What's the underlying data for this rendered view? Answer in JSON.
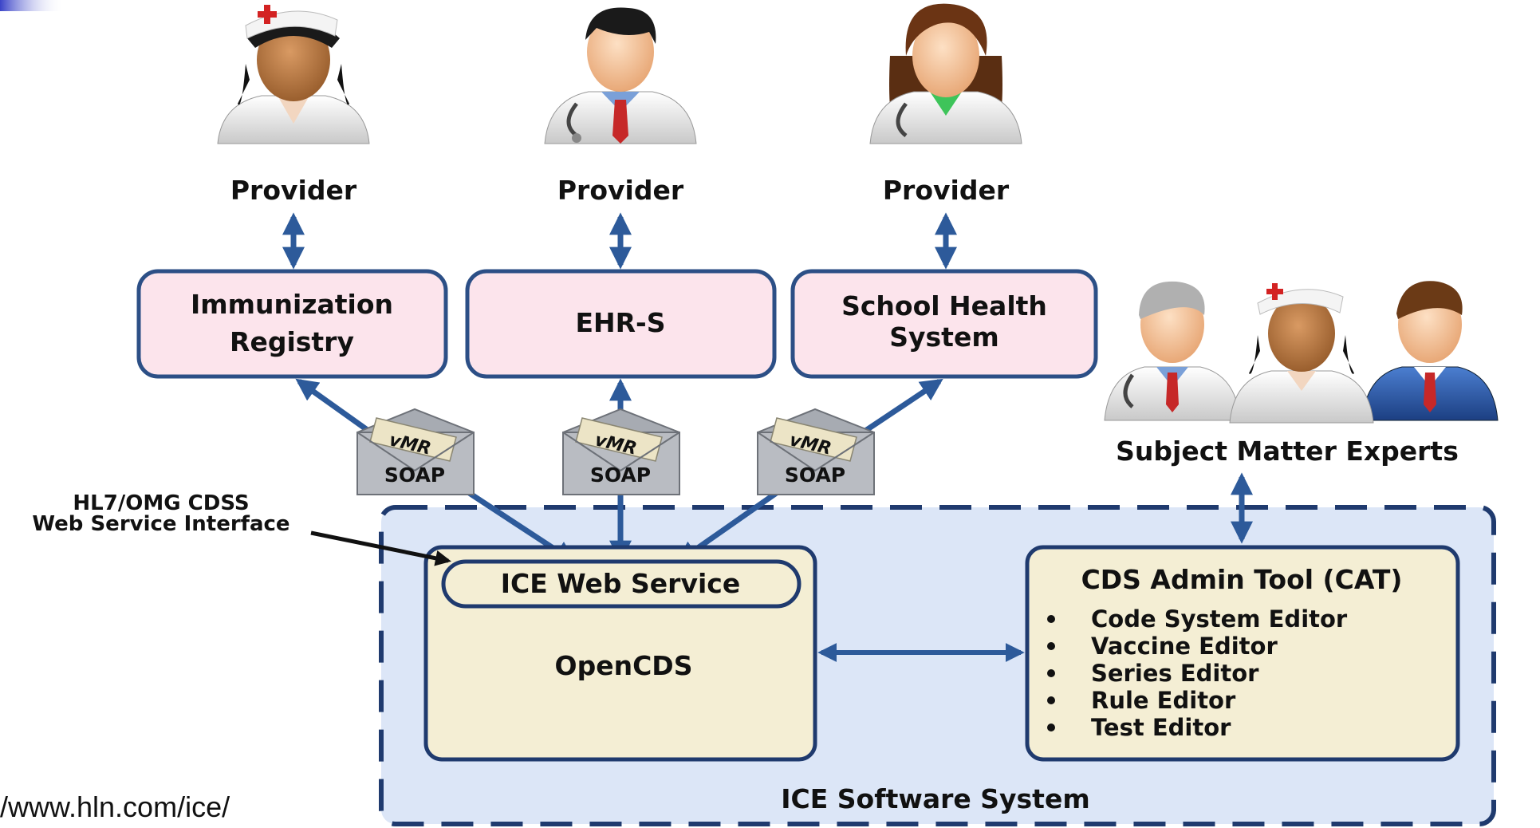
{
  "providers": [
    {
      "label": "Provider"
    },
    {
      "label": "Provider"
    },
    {
      "label": "Provider"
    }
  ],
  "systems": {
    "immunization_registry": {
      "line1": "Immunization",
      "line2": "Registry"
    },
    "ehr": {
      "label": "EHR-S"
    },
    "school_health": {
      "line1": "School Health",
      "line2": "System"
    }
  },
  "envelopes": [
    {
      "top": "vMR",
      "bottom": "SOAP"
    },
    {
      "top": "vMR",
      "bottom": "SOAP"
    },
    {
      "top": "vMR",
      "bottom": "SOAP"
    }
  ],
  "interface_callout": {
    "line1": "HL7/OMG CDSS",
    "line2": "Web Service Interface"
  },
  "subject_matter_experts": {
    "label": "Subject Matter Experts"
  },
  "ice_system": {
    "label": "ICE Software System",
    "opencds": {
      "web_service": "ICE Web Service",
      "label": "OpenCDS"
    },
    "cat": {
      "title": "CDS Admin Tool (CAT)",
      "items": [
        "Code System Editor",
        "Vaccine Editor",
        "Series Editor",
        "Rule Editor",
        "Test Editor"
      ]
    }
  },
  "source_url": "/www.hln.com/ice/",
  "colors": {
    "arrow": "#2d5a9a",
    "system_fill": "#fce4ec",
    "system_stroke": "#2c4f86",
    "ice_region_fill": "#dce6f7",
    "box_fill": "#f4eed4",
    "envelope": "#b9bcc2"
  },
  "icons": [
    "nurse-icon",
    "doctor-icon",
    "female-doctor-icon",
    "experts-group-icon",
    "envelope-icon",
    "corner-logo-icon"
  ]
}
